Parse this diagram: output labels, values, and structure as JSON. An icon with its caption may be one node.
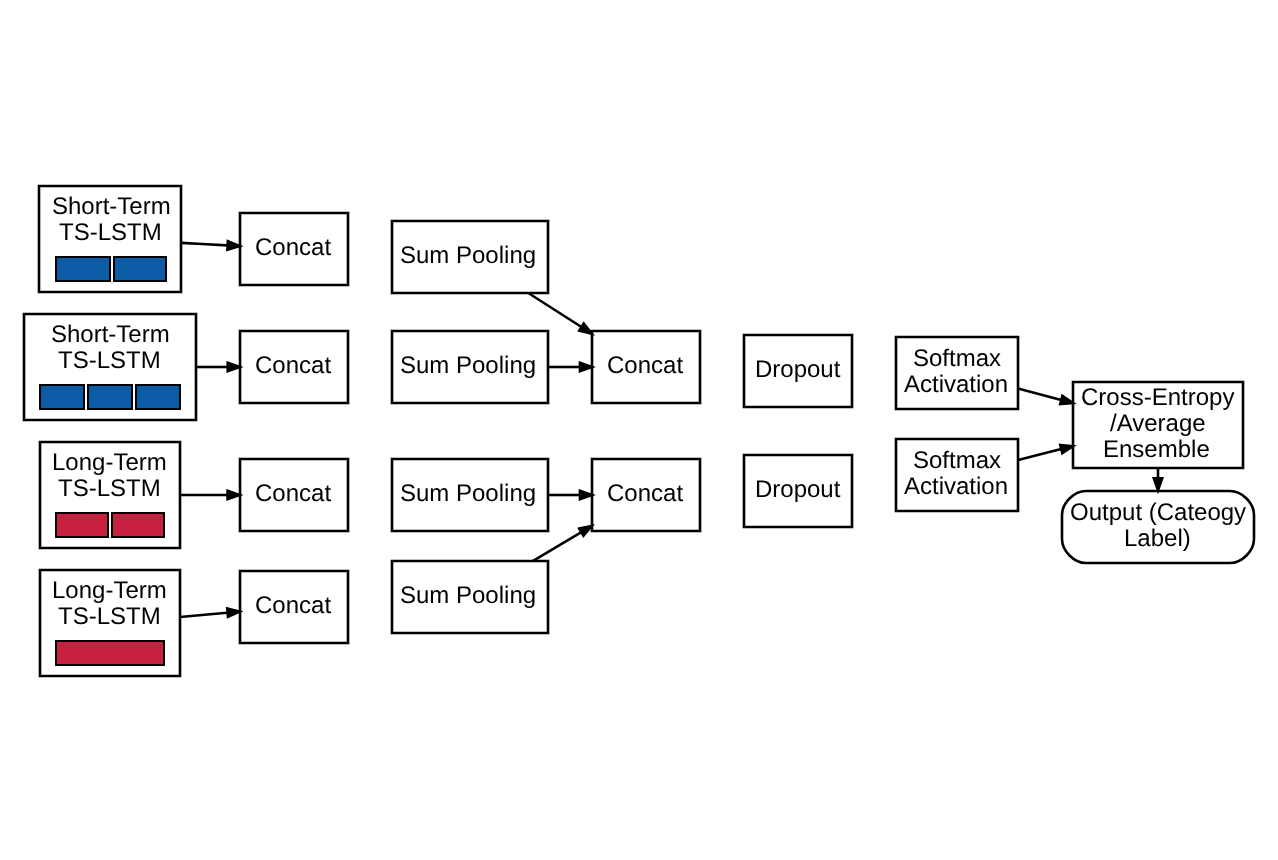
{
  "diagram": {
    "nodes": [
      {
        "text": [
          "Short-Term TS-LSTM"
        ]
      },
      {
        "text": [
          "Concat"
        ]
      },
      {
        "text": [
          "Sum Pooling"
        ]
      },
      {
        "text": [
          "Short-Term TS-LSTM"
        ]
      },
      {
        "text": [
          "Concat"
        ]
      },
      {
        "text": [
          "Sum Pooling"
        ]
      },
      {
        "text": [
          "Concat"
        ]
      },
      {
        "text": [
          "Dropout"
        ]
      },
      {
        "text": [
          "Softmax Activation"
        ]
      },
      {
        "text": [
          "Output (Cateogy Label)"
        ]
      },
      {
        "text": [
          "Cross-Entropy /Average Ensemble"
        ]
      },
      {
        "text": [
          "Long-Term TS-LSTM"
        ]
      },
      {
        "text": [
          "Concat"
        ]
      },
      {
        "text": [
          "Sum Pooling"
        ]
      },
      {
        "text": [
          "Long-Term TS-LSTM"
        ]
      },
      {
        "text": [
          "Concat"
        ]
      },
      {
        "text": [
          "Sum Pooling"
        ]
      },
      {
        "text": [
          "Concat"
        ]
      },
      {
        "text": [
          "Dropout"
        ]
      },
      {
        "text": [
          "Softmax Activation"
        ]
      }
    ],
    "edges": [
      {
        "from": 0,
        "to": 1,
        "arrow": "to"
      },
      {
        "from": 3,
        "to": 4,
        "arrow": "to"
      },
      {
        "from": 2,
        "to": 6,
        "arrow": "to"
      },
      {
        "from": 5,
        "to": 6,
        "arrow": "to"
      },
      {
        "from": 8,
        "to": 10,
        "arrow": "to"
      },
      {
        "from": 19,
        "to": 10,
        "arrow": "to"
      },
      {
        "from": 10,
        "to": 9,
        "arrow": "to"
      },
      {
        "from": 11,
        "to": 12,
        "arrow": "to"
      },
      {
        "from": 14,
        "to": 15,
        "arrow": "to"
      },
      {
        "from": 13,
        "to": 17,
        "arrow": "to"
      },
      {
        "from": 16,
        "to": 17,
        "arrow": "to"
      }
    ]
  }
}
